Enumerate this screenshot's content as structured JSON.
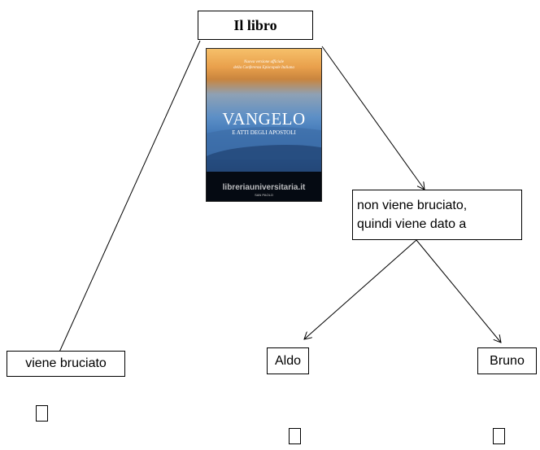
{
  "root": {
    "label": "Il libro"
  },
  "book": {
    "subtitle_line1": "Nuova versione ufficiale",
    "subtitle_line2": "della Conferenza Episcopale Italiana",
    "title": "VANGELO",
    "title2": "E ATTI DEGLI APOSTOLI",
    "watermark": "libreriauniversitaria.it",
    "publisher": "SAN PAOLO"
  },
  "nodes": {
    "not_burned_line1": "non viene bruciato,",
    "not_burned_line2": "quindi viene dato a",
    "burned": "viene bruciato",
    "aldo": "Aldo",
    "bruno": "Bruno"
  }
}
